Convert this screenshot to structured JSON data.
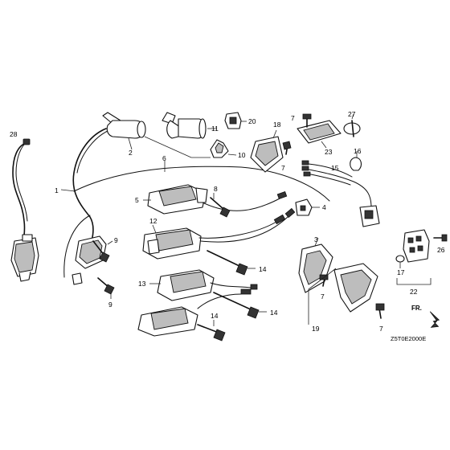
{
  "callouts": {
    "c1": "1",
    "c2": "2",
    "c3": "3",
    "c4": "4",
    "c5": "5",
    "c6": "6",
    "c7a": "7",
    "c7b": "7",
    "c7c": "7",
    "c7d": "7",
    "c8": "8",
    "c9a": "9",
    "c9b": "9",
    "c10": "10",
    "c11": "11",
    "c12": "12",
    "c13": "13",
    "c14a": "14",
    "c14b": "14",
    "c14c": "14",
    "c15": "15",
    "c16": "16",
    "c17": "17",
    "c18": "18",
    "c19": "19",
    "c20": "20",
    "c22": "22",
    "c23": "23",
    "c26": "26",
    "c27": "27",
    "c28": "28"
  },
  "direction_label": "FR.",
  "diagram_code": "Z5T0E2000E"
}
